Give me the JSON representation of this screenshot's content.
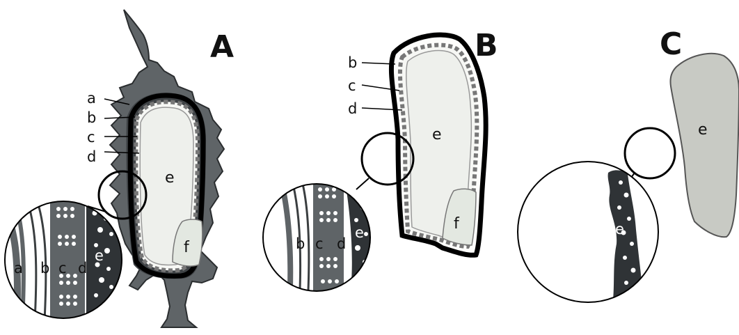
{
  "figure": {
    "panel_a": {
      "letter": "A",
      "callouts": [
        "a",
        "b",
        "c",
        "d"
      ],
      "inner": [
        "e",
        "f"
      ],
      "magnified": [
        "a",
        "b",
        "c",
        "d",
        "e"
      ]
    },
    "panel_b": {
      "letter": "B",
      "callouts": [
        "b",
        "c",
        "d"
      ],
      "inner": [
        "e",
        "f"
      ],
      "magnified": [
        "b",
        "c",
        "d",
        "e"
      ]
    },
    "panel_c": {
      "letter": "C",
      "inner": [
        "e"
      ],
      "magnified": [
        "e"
      ]
    }
  },
  "colors": {
    "husk": "#5f6467",
    "endosperm": "#eef0ec",
    "germ": "#e8ece6",
    "dark_tissue": "#2f3336",
    "naked_seed": "#c8cac4"
  }
}
